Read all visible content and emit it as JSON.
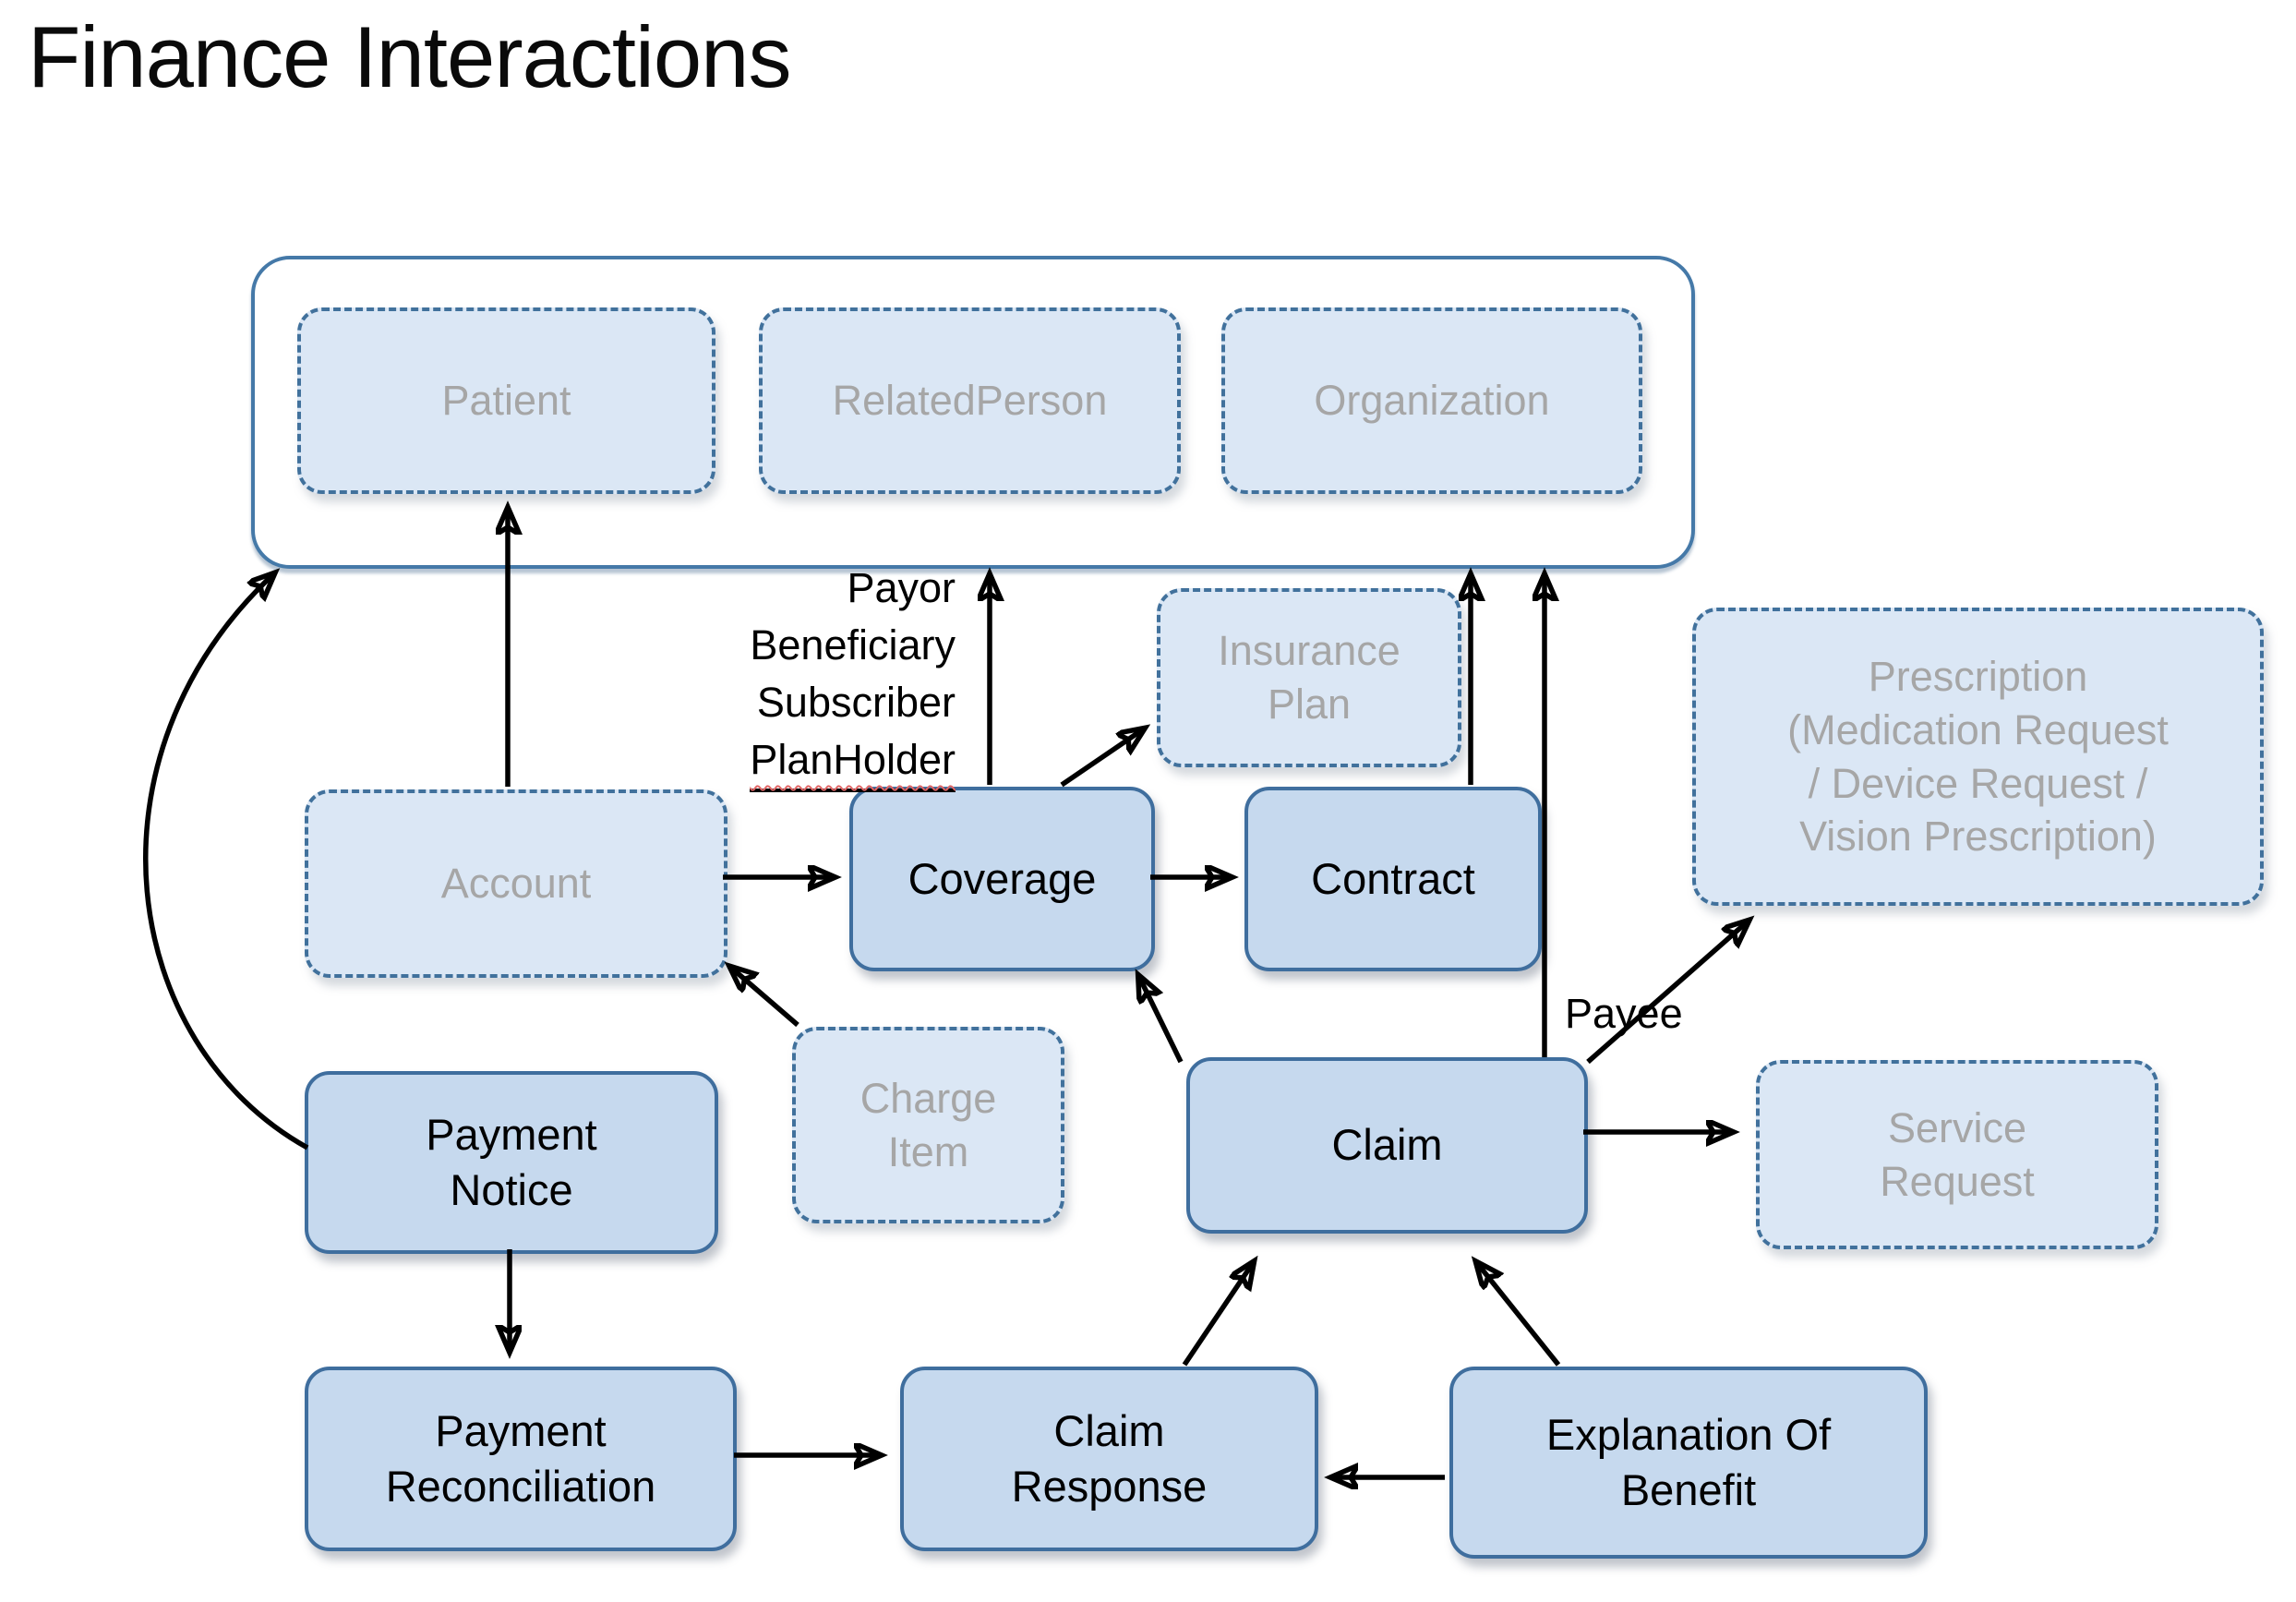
{
  "title": "Finance Interactions",
  "party_group": {
    "items": [
      {
        "label": "Patient"
      },
      {
        "label": "RelatedPerson"
      },
      {
        "label": "Organization"
      }
    ]
  },
  "nodes": {
    "insurance_plan": {
      "lines": [
        "Insurance",
        "Plan"
      ],
      "style": "dashed"
    },
    "prescription": {
      "lines": [
        "Prescription",
        "(Medication Request",
        "/ Device Request /",
        "Vision Prescription)"
      ],
      "style": "dashed"
    },
    "account": {
      "label": "Account",
      "style": "dashed"
    },
    "coverage": {
      "label": "Coverage",
      "style": "solid"
    },
    "contract": {
      "label": "Contract",
      "style": "solid"
    },
    "charge_item": {
      "lines": [
        "Charge",
        "Item"
      ],
      "style": "dashed"
    },
    "claim": {
      "label": "Claim",
      "style": "solid"
    },
    "service_request": {
      "lines": [
        "Service",
        "Request"
      ],
      "style": "dashed"
    },
    "payment_notice": {
      "lines": [
        "Payment",
        "Notice"
      ],
      "style": "solid"
    },
    "payment_reconciliation": {
      "lines": [
        "Payment",
        "Reconciliation"
      ],
      "style": "solid"
    },
    "claim_response": {
      "lines": [
        "Claim",
        "Response"
      ],
      "style": "solid"
    },
    "explanation_of_benefit": {
      "lines": [
        "Explanation Of",
        "Benefit"
      ],
      "style": "solid"
    }
  },
  "edge_labels": {
    "coverage_to_group": [
      "Payor",
      "Beneficiary",
      "Subscriber",
      "PlanHolder"
    ],
    "payee": "Payee"
  },
  "colors": {
    "solid_fill": "#c6d9ee",
    "dashed_fill": "#dbe7f5",
    "border_blue": "#41719c",
    "container_border": "#4579a8",
    "gray_text": "#a6a6a6",
    "arrow_black": "#000000",
    "spellcheck_red": "#e06666"
  }
}
